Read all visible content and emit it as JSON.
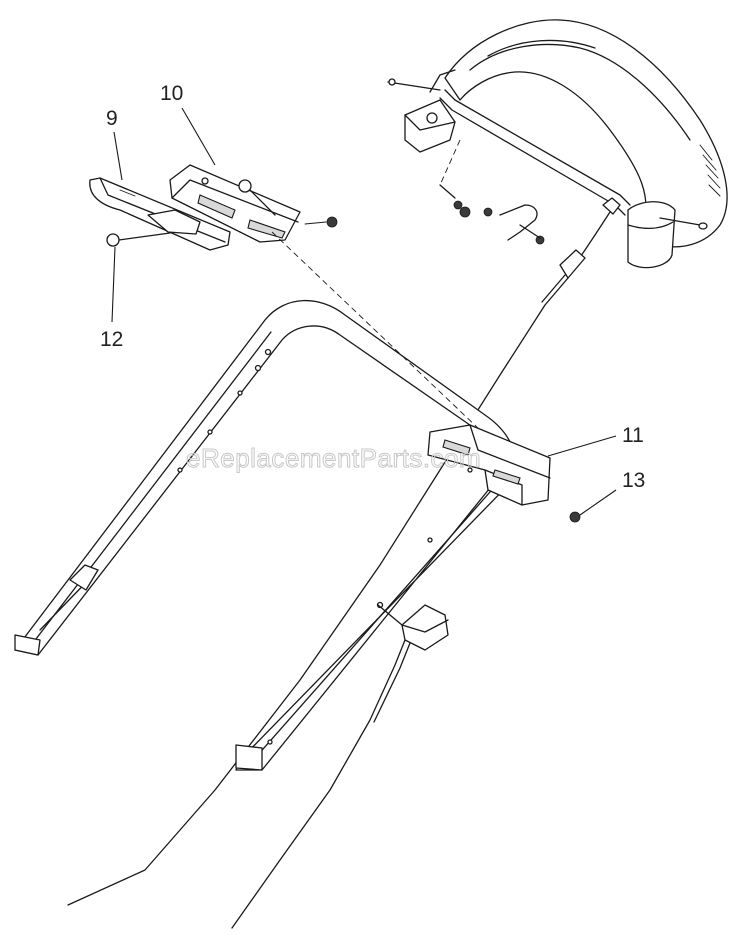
{
  "watermark": "eReplacementParts.com",
  "callouts": {
    "c9": "9",
    "c10": "10",
    "c11": "11",
    "c12": "12",
    "c13": "13"
  }
}
